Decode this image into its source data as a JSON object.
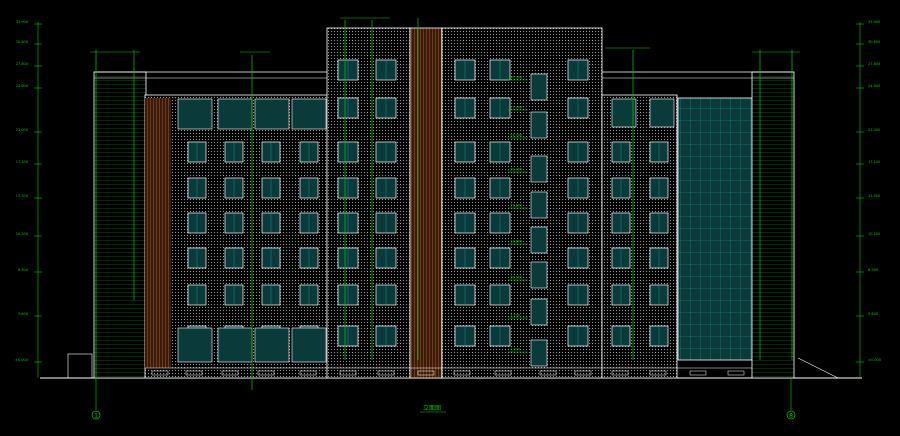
{
  "drawing": {
    "colors": {
      "background": "#000000",
      "linework": "#ffffff",
      "dimension": "#00cc00",
      "window": "#0a4a4a",
      "glass": "#0d6b6b",
      "accent_panel": "#6b3a1e",
      "pattern": "#9a9a9a"
    },
    "elevations_left": [
      "33.900",
      "30.600",
      "27.800",
      "24.600",
      "21.000",
      "17.100",
      "13.500",
      "10.200",
      "6.900",
      "3.600",
      "±0.000"
    ],
    "elevations_right": [
      "33.900",
      "30.600",
      "27.800",
      "24.600",
      "21.000",
      "17.100",
      "13.500",
      "10.200",
      "6.900",
      "3.600",
      "±0.000"
    ],
    "floor_tags": [
      "3.900",
      "7.200",
      "10.500",
      "13.800",
      "17.100",
      "20.400",
      "23.700",
      "27.000",
      "30.300"
    ],
    "axis_left": "1",
    "axis_right": "8",
    "caption": "立面图"
  }
}
